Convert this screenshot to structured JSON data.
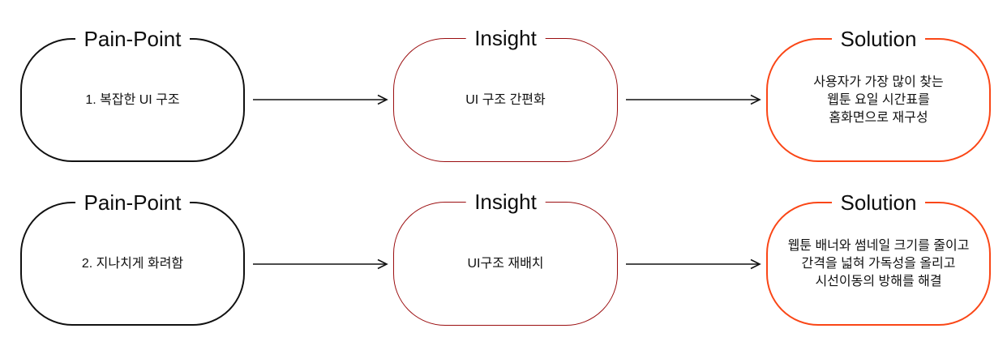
{
  "page": {
    "background": "#ffffff"
  },
  "colors": {
    "pain_point_border": "#111111",
    "insight_border": "#9b0e10",
    "solution_border": "#fa4616",
    "arrow": "#111111",
    "title_text": "#0d0d0d",
    "body_text": "#111111"
  },
  "rows": [
    {
      "pain_point": {
        "title": "Pain-Point",
        "body": "1. 복잡한 UI 구조"
      },
      "insight": {
        "title": "Insight",
        "body": "UI 구조 간편화"
      },
      "solution": {
        "title": "Solution",
        "body": "사용자가 가장 많이 찾는\n웹툰 요일 시간표를\n홈화면으로 재구성"
      }
    },
    {
      "pain_point": {
        "title": "Pain-Point",
        "body": "2. 지나치게 화려함"
      },
      "insight": {
        "title": "Insight",
        "body": "UI구조 재배치"
      },
      "solution": {
        "title": "Solution",
        "body": "웹툰 배너와 썸네일 크기를 줄이고\n간격을 넓혀 가독성을 올리고\n시선이동의 방해를 해결"
      }
    }
  ]
}
